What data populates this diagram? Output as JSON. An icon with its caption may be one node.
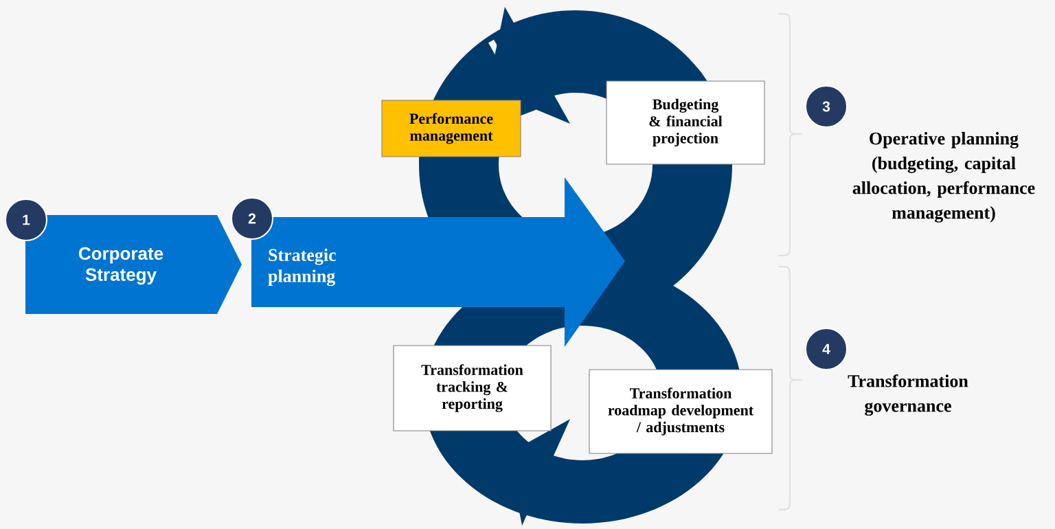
{
  "diagram": {
    "nodes": [
      {
        "text": [
          "Corporate Strategy"
        ]
      },
      {
        "text": [
          "Strategic planning"
        ]
      },
      {
        "text": [
          "Performance management"
        ]
      },
      {
        "text": [
          "Budgeting & financial projection"
        ]
      },
      {
        "text": [
          "Transformation tracking & reporting"
        ]
      },
      {
        "text": [
          "Transformation roadmap development / adjustments"
        ]
      },
      {
        "text": [
          "1"
        ]
      },
      {
        "text": [
          "2"
        ]
      },
      {
        "text": [
          "3"
        ],
        "beside": [
          "Operative planning (budgeting, capital allocation, performance management)"
        ]
      },
      {
        "text": [
          "4"
        ],
        "beside": [
          "Transformation governance"
        ]
      }
    ]
  }
}
